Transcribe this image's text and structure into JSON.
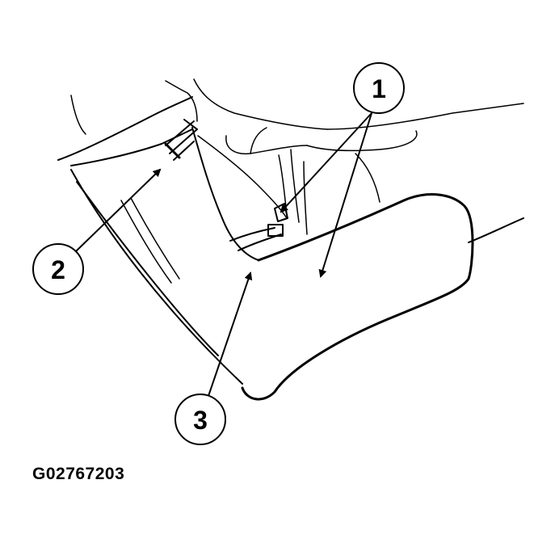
{
  "figure_id": "G02767203",
  "callouts": [
    {
      "label": "1"
    },
    {
      "label": "2"
    },
    {
      "label": "3"
    }
  ]
}
